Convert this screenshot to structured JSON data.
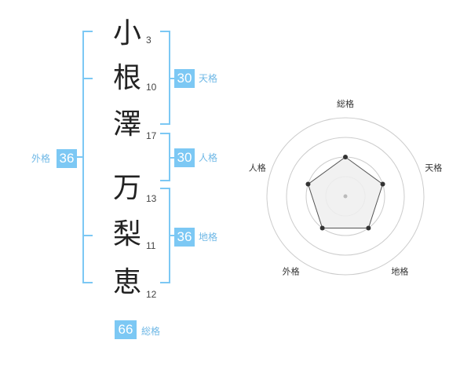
{
  "name": {
    "characters": [
      {
        "char": "小",
        "strokes": "3"
      },
      {
        "char": "根",
        "strokes": "10"
      },
      {
        "char": "澤",
        "strokes": "17"
      },
      {
        "char": "万",
        "strokes": "13"
      },
      {
        "char": "梨",
        "strokes": "11"
      },
      {
        "char": "恵",
        "strokes": "12"
      }
    ]
  },
  "fortune": {
    "tenkaku": {
      "value": "30",
      "label": "天格"
    },
    "jinkaku": {
      "value": "30",
      "label": "人格"
    },
    "chikaku": {
      "value": "36",
      "label": "地格"
    },
    "gaikaku": {
      "value": "36",
      "label": "外格"
    },
    "soukaku": {
      "value": "66",
      "label": "総格"
    }
  },
  "radar": {
    "axes": [
      "総格",
      "天格",
      "地格",
      "外格",
      "人格"
    ],
    "levels": 4,
    "values": [
      2,
      2,
      2,
      2,
      2
    ],
    "max": 4
  },
  "colors": {
    "accent": "#7cc8f4",
    "bracket": "#7cc8f4",
    "label": "#6fb8e6",
    "radar_fill": "#eeeeee",
    "radar_grid": "#cccccc",
    "radar_point": "#333333"
  }
}
